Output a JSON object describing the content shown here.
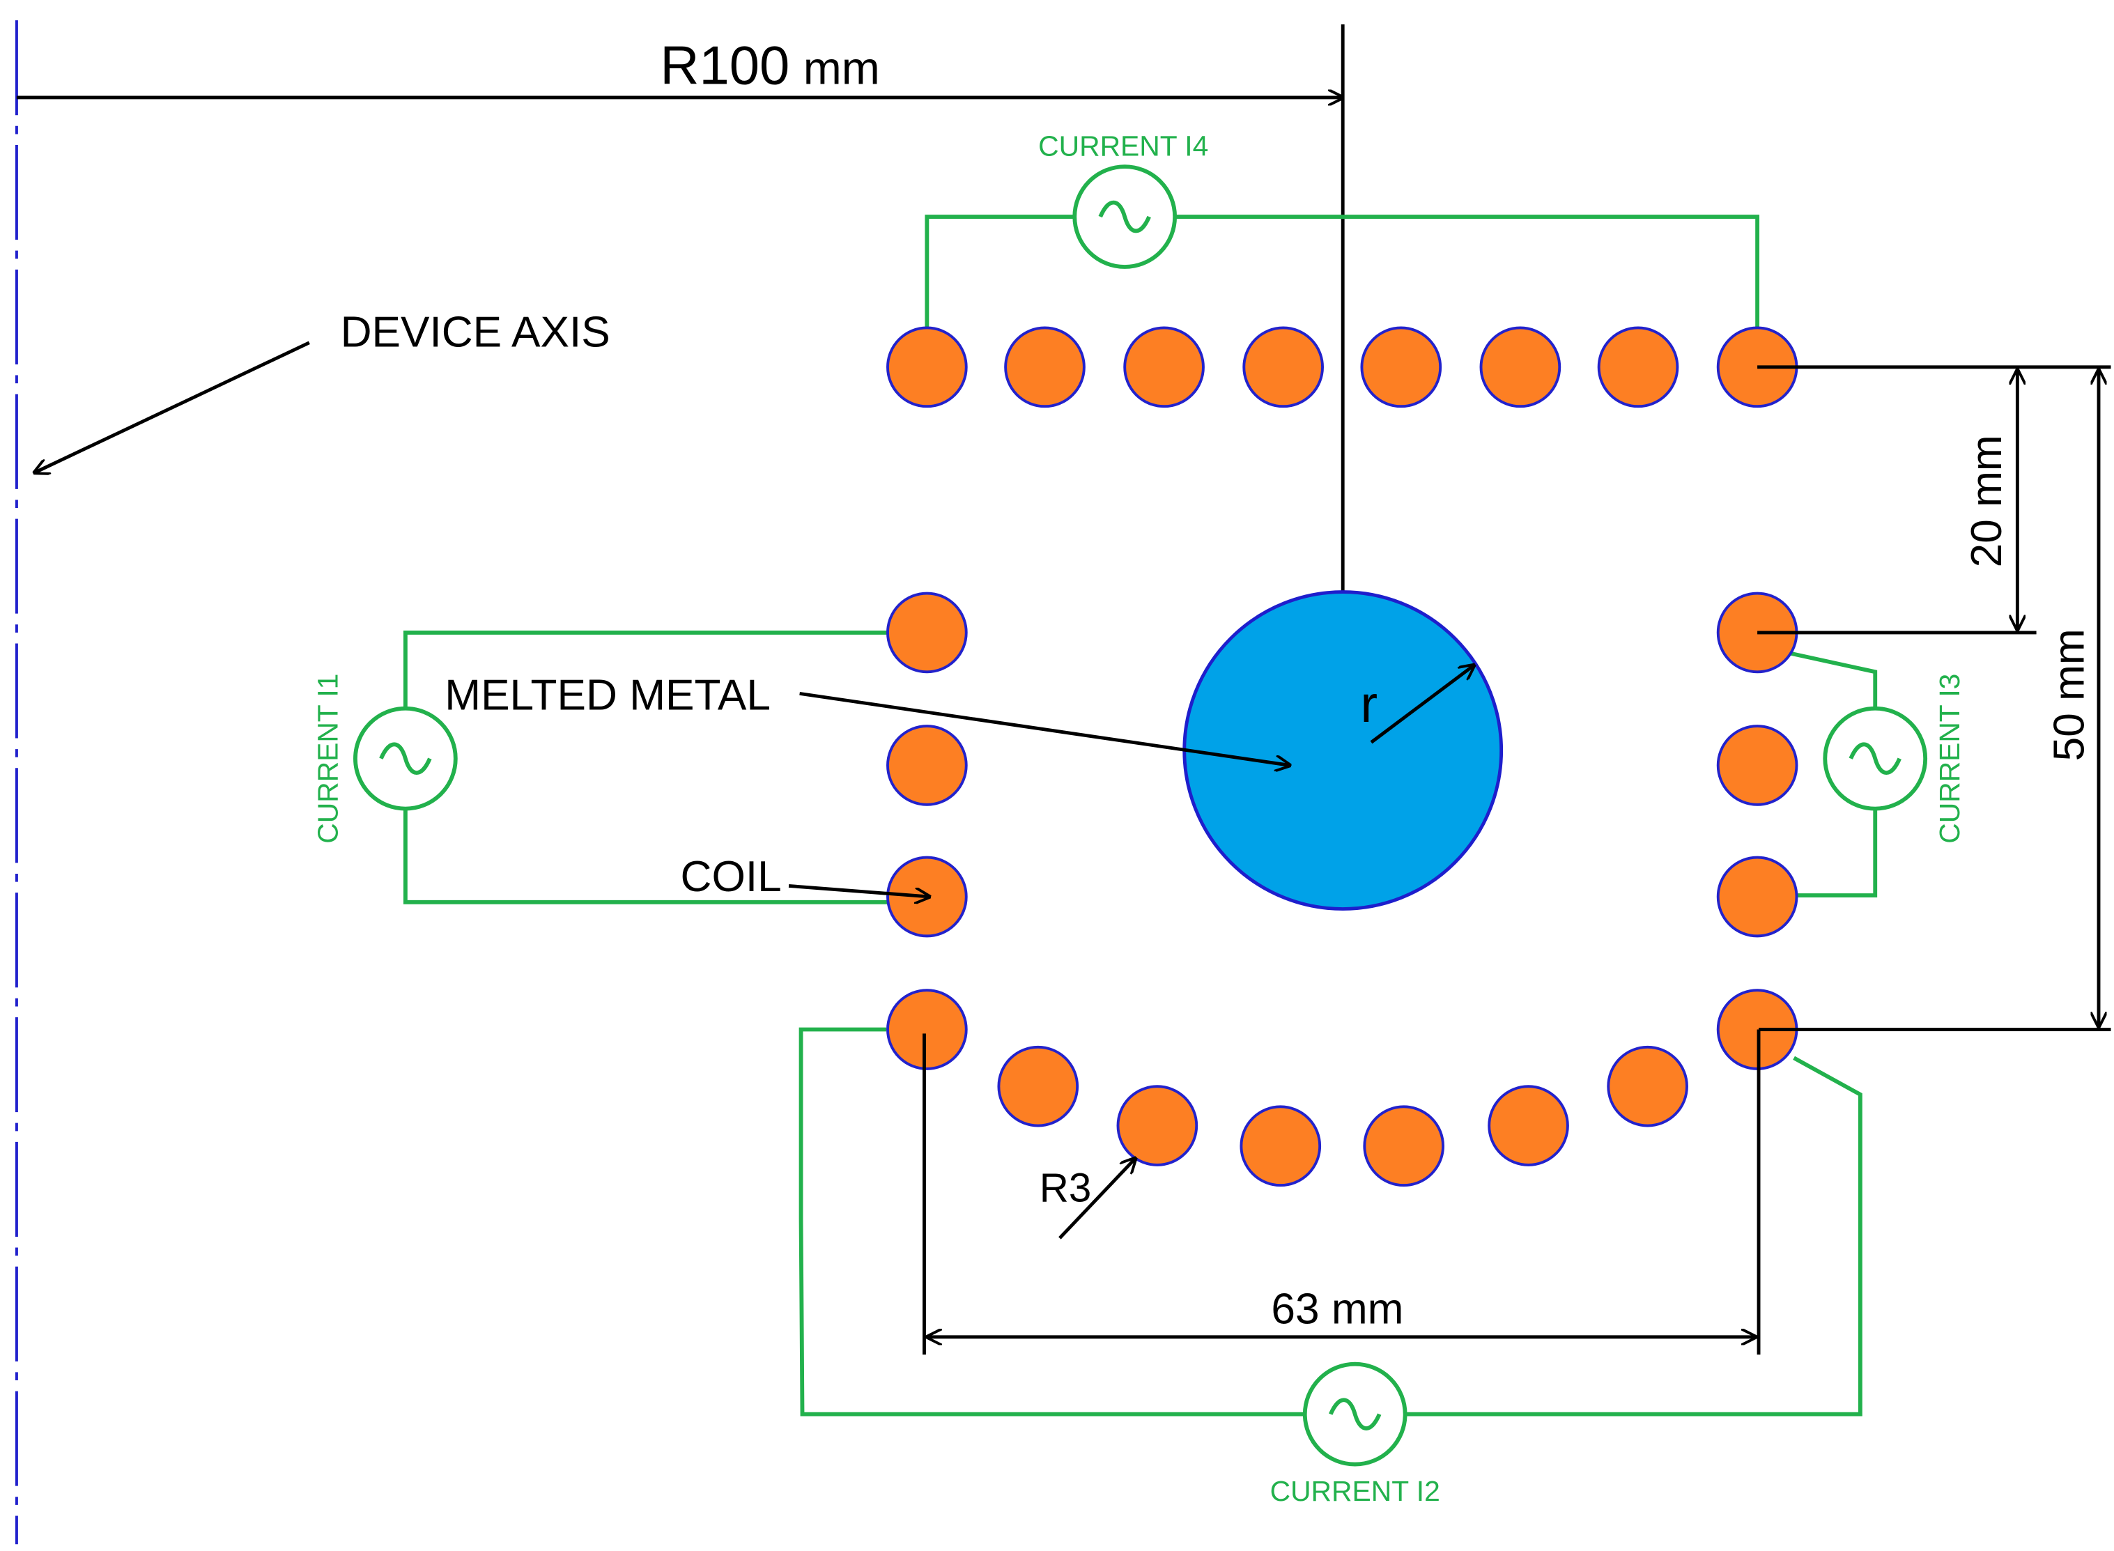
{
  "labels": {
    "radius": "R100",
    "radius_unit": "mm",
    "device_axis": "DEVICE AXIS",
    "melted_metal": "MELTED METAL",
    "coil": "COIL",
    "r": "r",
    "small_radius": "R3",
    "width": "63 mm",
    "gap": "20 mm",
    "height": "50 mm"
  },
  "currents": {
    "i1": "CURRENT I1",
    "i2": "CURRENT I2",
    "i3": "CURRENT I3",
    "i4": "CURRENT I4"
  },
  "colors": {
    "conductor_fill": "#FD7F23",
    "conductor_stroke": "#2222CC",
    "melt_fill": "#00A2E8",
    "melt_stroke": "#1E1ECC",
    "circuit": "#22B14C",
    "axis": "#1F1FCC",
    "ink": "#000000"
  }
}
